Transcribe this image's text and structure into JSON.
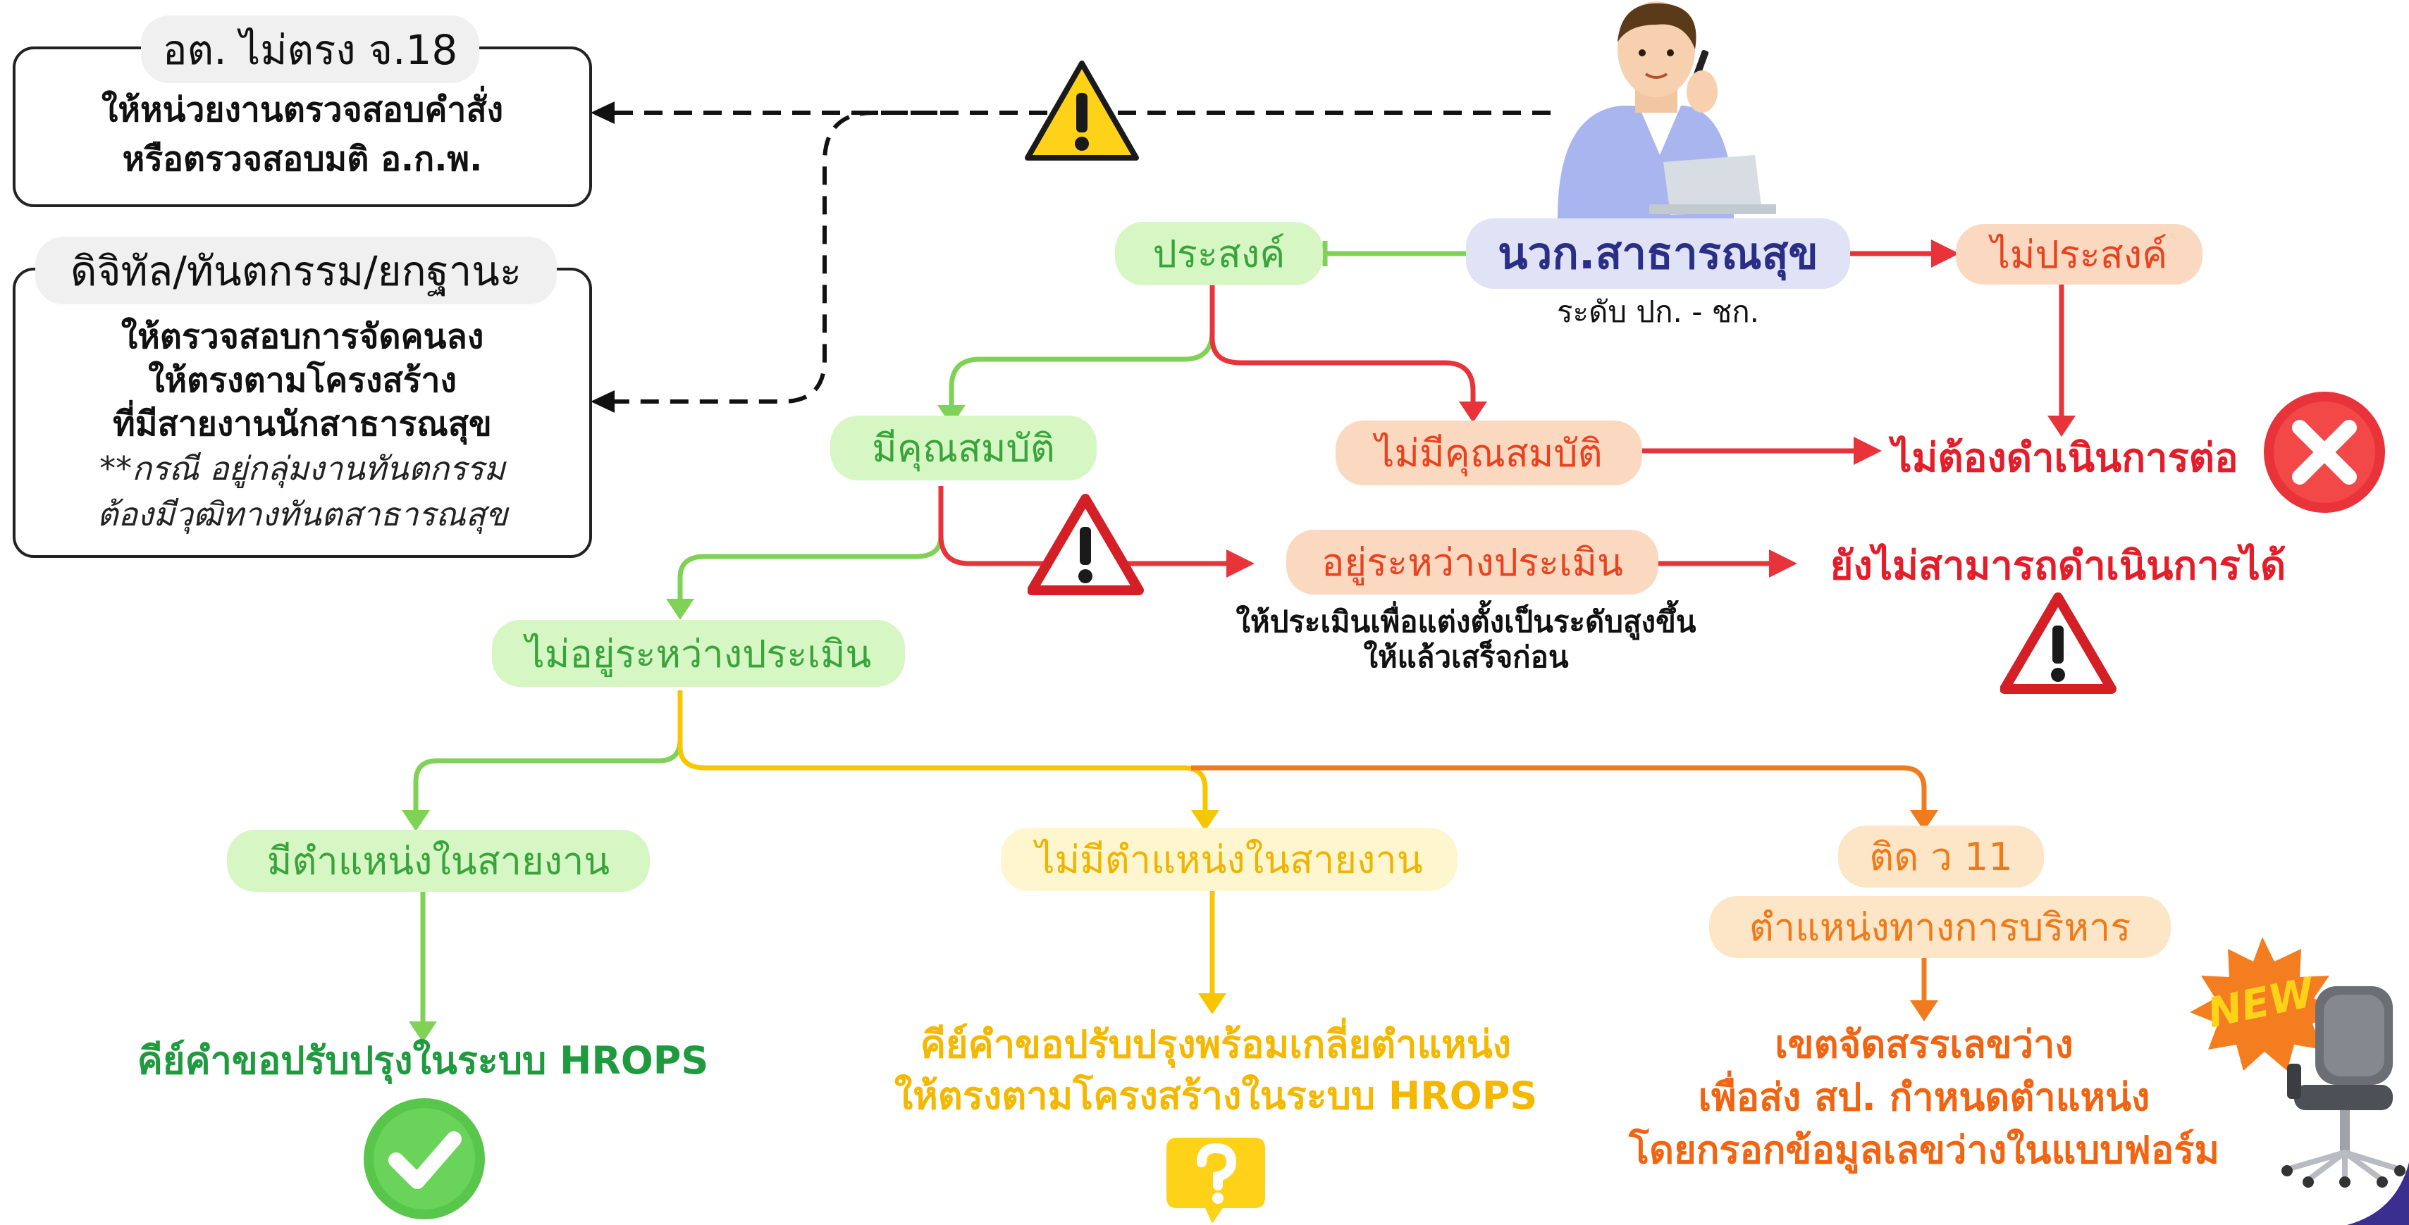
{
  "info_box_1": {
    "tag": "อต. ไม่ตรง จ.18",
    "lines": [
      "ให้หน่วยงานตรวจสอบคำสั่ง",
      "หรือตรวจสอบมติ อ.ก.พ."
    ]
  },
  "info_box_2": {
    "tag": "ดิจิทัล/ทันตกรรม/ยกฐานะ",
    "lines": [
      "ให้ตรวจสอบการจัดคนลง",
      "ให้ตรงตามโครงสร้าง",
      "ที่มีสายงานนักสาธารณสุข"
    ],
    "notes": [
      "**กรณี อยู่กลุ่มงานทันตกรรม",
      "ต้องมีวุฒิทางทันตสาธารณสุข"
    ]
  },
  "center": {
    "title": "นวก.สาธารณสุข",
    "subtitle": "ระดับ ปก. - ชก."
  },
  "nodes": {
    "wish": "ประสงค์",
    "not_wish": "ไม่ประสงค์",
    "qualified": "มีคุณสมบัติ",
    "not_qualified": "ไม่มีคุณสมบัติ",
    "in_eval": "อยู่ระหว่างประเมิน",
    "in_eval_note": [
      "ให้ประเมินเพื่อแต่งตั้งเป็นระดับสูงขึ้น",
      "ให้แล้วเสร็จก่อน"
    ],
    "not_in_eval": "ไม่อยู่ระหว่างประเมิน",
    "has_position": "มีตำแหน่งในสายงาน",
    "no_position": "ไม่มีตำแหน่งในสายงาน",
    "w11": "ติด ว 11",
    "admin_position": "ตำแหน่งทางการบริหาร"
  },
  "results": {
    "no_action": "ไม่ต้องดำเนินการต่อ",
    "cannot_proceed": "ยังไม่สามารถดำเนินการได้",
    "outcome_green": [
      "คีย์คำขอปรับปรุงในระบบ HROPS"
    ],
    "outcome_yellow": [
      "คีย์คำขอปรับปรุงพร้อมเกลี่ยตำแหน่ง",
      "ให้ตรงตามโครงสร้างในระบบ HROPS"
    ],
    "outcome_orange": [
      "เขตจัดสรรเลขว่าง",
      "เพื่อส่ง สป. กำหนดตำแหน่ง",
      "โดยกรอกข้อมูลเลขว่างในแบบฟอร์ม"
    ]
  },
  "badge": "NEW",
  "icons": [
    "warning-icon",
    "close-icon",
    "check-icon",
    "question-icon",
    "person-illustration",
    "office-chair-illustration"
  ],
  "colors": {
    "green": "#7fd255",
    "red": "#e8333a",
    "yellow": "#f7c600",
    "orange": "#f07a1e",
    "navy": "#2b2e86",
    "corner": "#3a2f8f"
  }
}
